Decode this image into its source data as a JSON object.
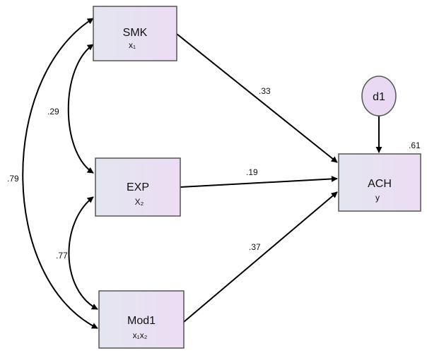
{
  "nodes": {
    "smk": {
      "name": "SMK",
      "sub": "x₁"
    },
    "exp": {
      "name": "EXP",
      "sub": "X₂"
    },
    "mod1": {
      "name": "Mod1",
      "sub": "x₁x₂"
    },
    "ach": {
      "name": "ACH",
      "sub": "y"
    },
    "d1": {
      "name": "d1"
    }
  },
  "coefficients": {
    "smk_to_ach": ".33",
    "exp_to_ach": ".19",
    "mod1_to_ach": ".37",
    "smk_exp_cov": ".29",
    "exp_mod1_cov": ".77",
    "smk_mod1_cov": ".79",
    "ach_r2": ".61"
  },
  "colors": {
    "box_fill_start": "#e4e6ef",
    "box_fill_end": "#ecdcf4",
    "circle_fill": "#ead9f2",
    "stroke": "#555555",
    "arrow": "#000000"
  }
}
